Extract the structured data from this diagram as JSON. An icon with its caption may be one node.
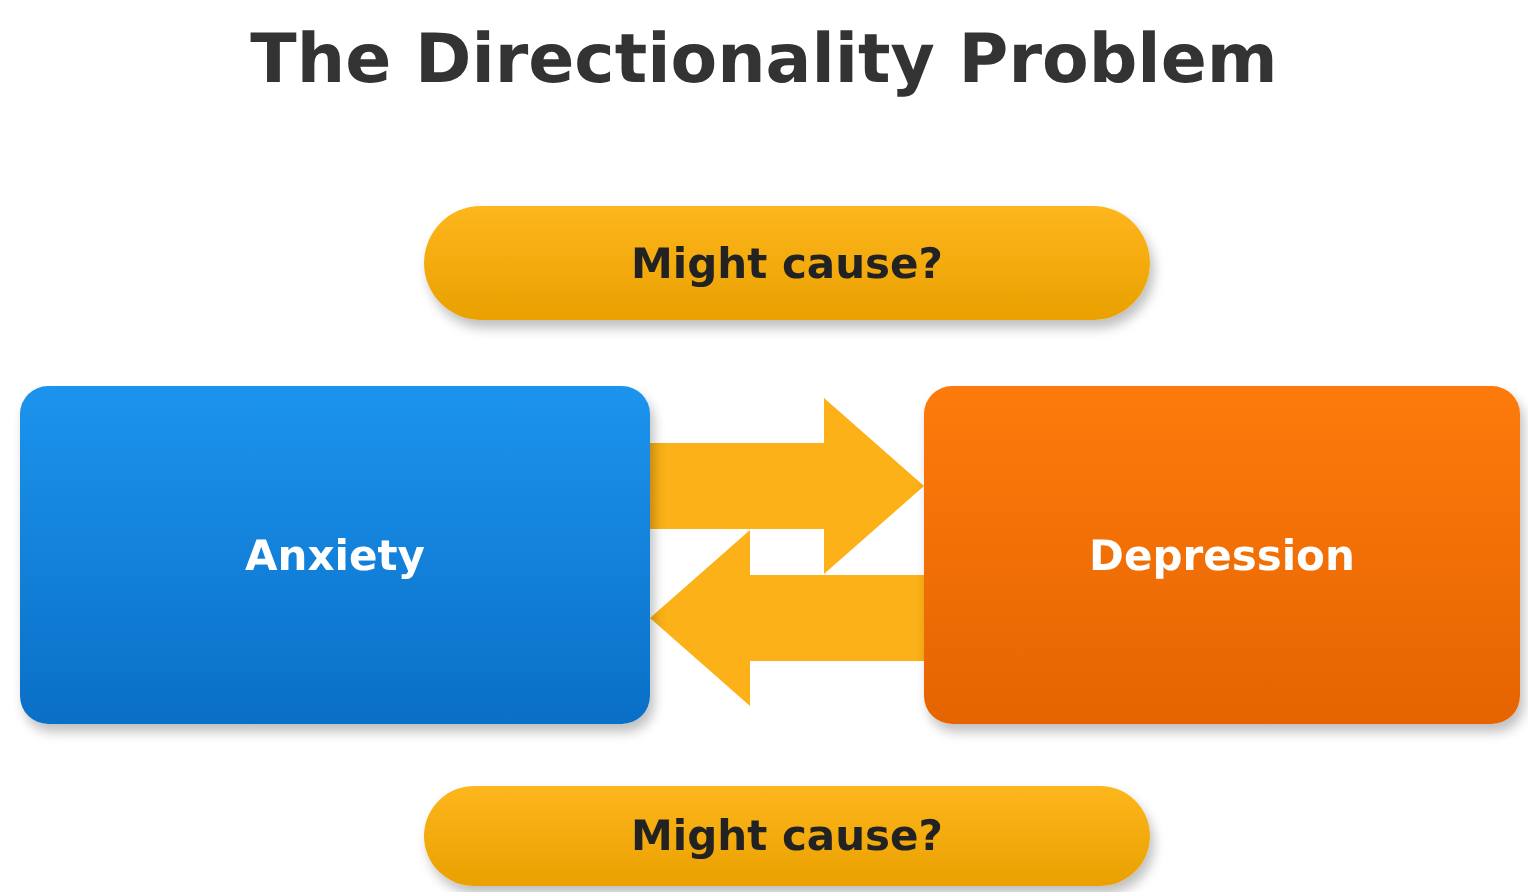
{
  "diagram": {
    "title": "The Directionality Problem",
    "nodes": [
      {
        "text": [
          "Might cause?"
        ]
      },
      {
        "text": [
          "Anxiety"
        ]
      },
      {
        "text": [
          "Depression"
        ]
      },
      {
        "text": [
          "Might cause?"
        ]
      }
    ],
    "edges": [
      {
        "from": 1,
        "to": 2,
        "arrow": "to"
      },
      {
        "from": 2,
        "to": 1,
        "arrow": "to"
      }
    ]
  }
}
